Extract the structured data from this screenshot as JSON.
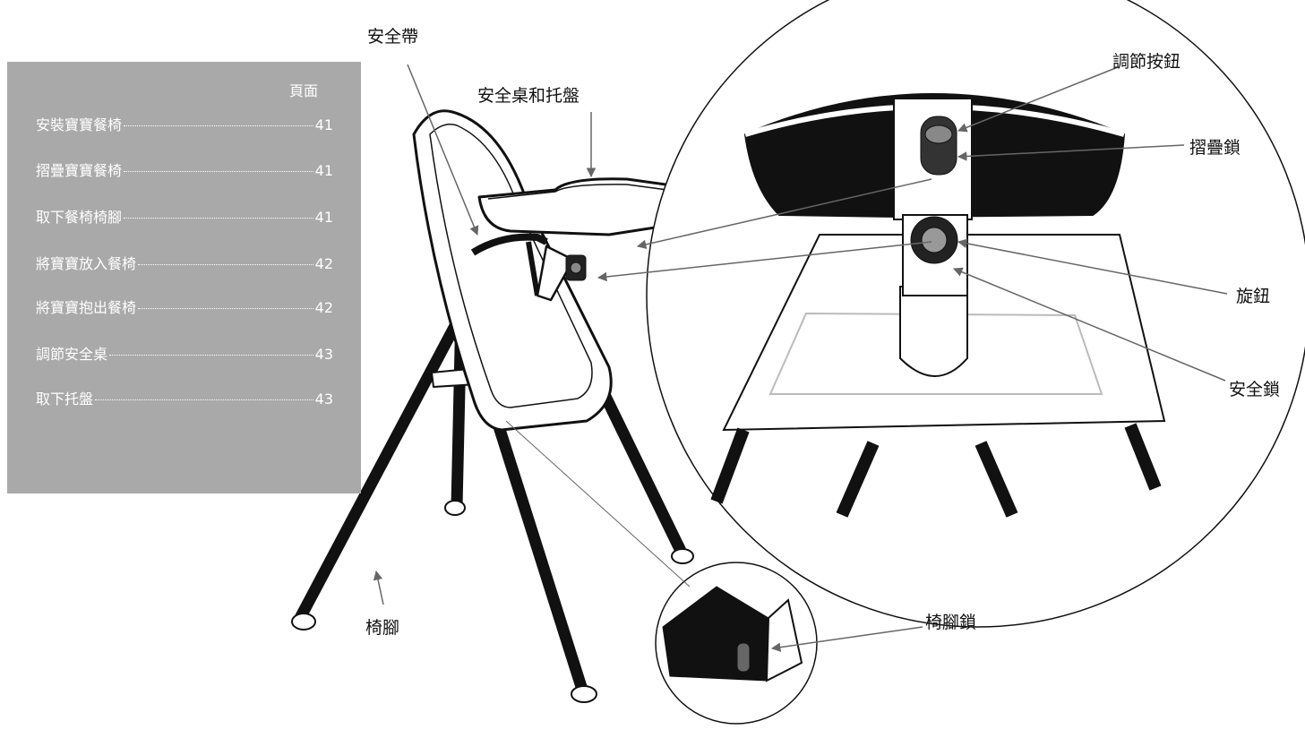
{
  "toc": {
    "header": "頁面",
    "items": [
      {
        "title": "安裝寶寶餐椅",
        "page": "41"
      },
      {
        "title": "摺疊寶寶餐椅",
        "page": "41"
      },
      {
        "title": "取下餐椅椅腳",
        "page": "41"
      },
      {
        "title": "將寶寶放入餐椅",
        "page": "42"
      },
      {
        "title": "將寶寶抱出餐椅",
        "page": "42"
      },
      {
        "title": "調節安全桌",
        "page": "43"
      },
      {
        "title": "取下托盤",
        "page": "43"
      }
    ]
  },
  "labels": {
    "safety_belt": "安全帶",
    "tray_table": "安全桌和托盤",
    "adjust_button": "調節按鈕",
    "fold_lock": "摺疊鎖",
    "knob": "旋鈕",
    "safety_lock": "安全鎖",
    "chair_legs": "椅腳",
    "leg_lock": "椅腳鎖"
  }
}
